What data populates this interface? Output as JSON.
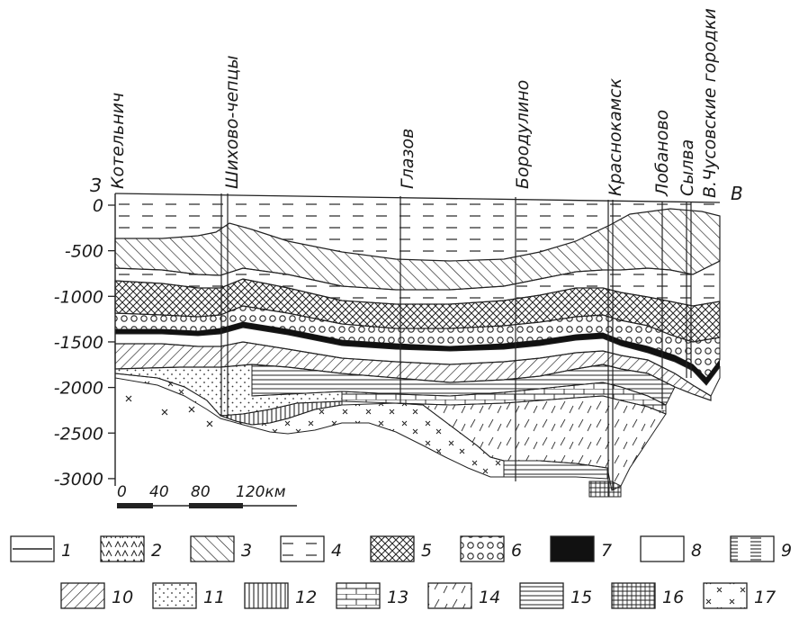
{
  "directions": {
    "west": "З",
    "east": "В"
  },
  "y_axis": {
    "ticks": [
      {
        "value": 0,
        "label": "0"
      },
      {
        "value": -500,
        "label": "-500"
      },
      {
        "value": -1000,
        "label": "-1000"
      },
      {
        "value": -1500,
        "label": "-1500"
      },
      {
        "value": -2000,
        "label": "-2000"
      },
      {
        "value": -2500,
        "label": "-2500"
      },
      {
        "value": -3000,
        "label": "-3000"
      }
    ]
  },
  "scale_bar": {
    "ticks": [
      "0",
      "40",
      "80",
      "120км"
    ]
  },
  "towns": [
    {
      "name": "Котельнич"
    },
    {
      "name": "Шихово-чепцы"
    },
    {
      "name": "Глазов"
    },
    {
      "name": "Бородулино"
    },
    {
      "name": "Краснокамск"
    },
    {
      "name": "Лобаново"
    },
    {
      "name": "Сылва"
    },
    {
      "name": "В.Чусовские городки"
    }
  ],
  "legend": [
    {
      "num": "1",
      "pattern": "line"
    },
    {
      "num": "2",
      "pattern": "caret"
    },
    {
      "num": "3",
      "pattern": "diag"
    },
    {
      "num": "4",
      "pattern": "dash"
    },
    {
      "num": "5",
      "pattern": "cross"
    },
    {
      "num": "6",
      "pattern": "circles"
    },
    {
      "num": "7",
      "pattern": "solid"
    },
    {
      "num": "8",
      "pattern": "blank"
    },
    {
      "num": "9",
      "pattern": "dbldash"
    },
    {
      "num": "10",
      "pattern": "backdiag"
    },
    {
      "num": "11",
      "pattern": "dots"
    },
    {
      "num": "12",
      "pattern": "vert"
    },
    {
      "num": "13",
      "pattern": "brick"
    },
    {
      "num": "14",
      "pattern": "sparse"
    },
    {
      "num": "15",
      "pattern": "horiz"
    },
    {
      "num": "16",
      "pattern": "grid"
    },
    {
      "num": "17",
      "pattern": "xs"
    }
  ]
}
